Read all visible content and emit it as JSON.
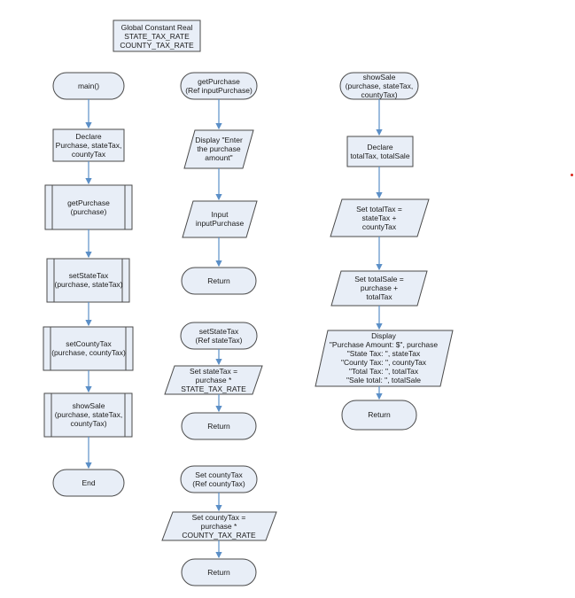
{
  "global": {
    "text": "Global Constant Real\nSTATE_TAX_RATE\nCOUNTY_TAX_RATE"
  },
  "main_col": {
    "main": "main()",
    "declare": "Declare\nPurchase, stateTax,\ncountyTax",
    "get_purchase": "getPurchase\n(purchase)",
    "set_state_tax": "setStateTax\n(purchase, stateTax)",
    "set_county_tax": "setCountyTax\n(purchase, countyTax)",
    "show_sale": "showSale\n(purchase, stateTax,\ncountyTax)",
    "end": "End"
  },
  "get_purchase_col": {
    "start": "getPurchase\n(Ref inputPurchase)",
    "display": "Display \"Enter\nthe purchase\namount\"",
    "input": "Input\ninputPurchase",
    "return": "Return"
  },
  "set_state_col": {
    "start": "setStateTax\n(Ref stateTax)",
    "set": "Set stateTax =\npurchase *\nSTATE_TAX_RATE",
    "return": "Return"
  },
  "set_county_col": {
    "start": "Set countyTax\n(Ref countyTax)",
    "set": "Set countyTax =\npurchase *\nCOUNTY_TAX_RATE",
    "return": "Return"
  },
  "show_sale_col": {
    "start": "showSale\n(purchase, stateTax,\ncountyTax)",
    "declare": "Declare\ntotalTax, totalSale",
    "set_total_tax": "Set totalTax =\nstateTax +\ncountyTax",
    "set_total_sale": "Set totalSale =\npurchase +\ntotalTax",
    "display": "Display\n\"Purchase Amount: $\", purchase\n\"State Tax: \", stateTax\n\"County Tax: \", countyTax\n\"Total Tax: \", totalTax\n\"Sale total: \", totalSale",
    "return": "Return"
  }
}
